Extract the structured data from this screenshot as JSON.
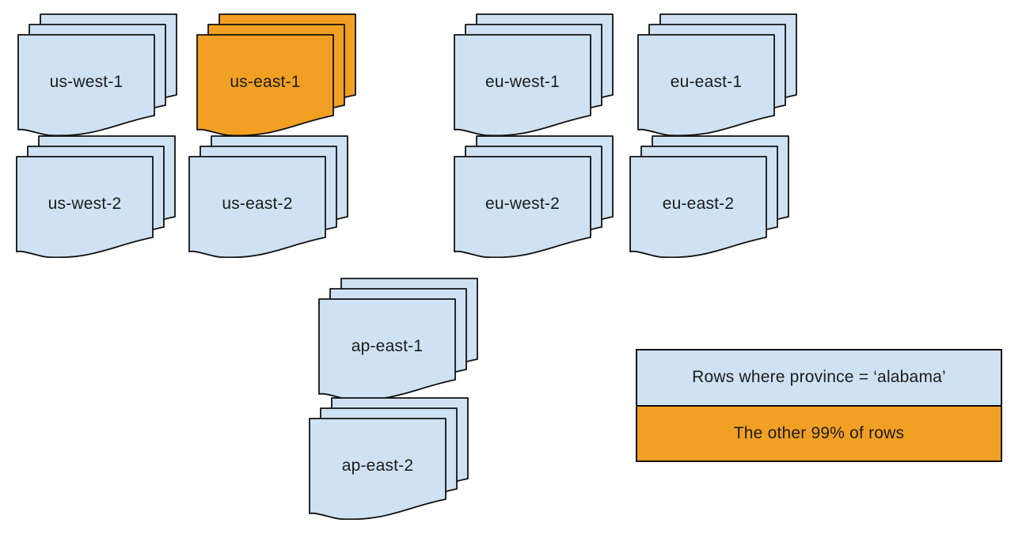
{
  "diagram": {
    "description_colors": {
      "light_blue": "#cfe2f3",
      "orange": "#f2a024",
      "stroke": "#111111",
      "text": "#1c1c1c",
      "background": "#ffffff"
    },
    "stacks": [
      {
        "id": "us-west-1",
        "label": "us-west-1",
        "color": "light_blue"
      },
      {
        "id": "us-east-1",
        "label": "us-east-1",
        "color": "orange"
      },
      {
        "id": "eu-west-1",
        "label": "eu-west-1",
        "color": "light_blue"
      },
      {
        "id": "eu-east-1",
        "label": "eu-east-1",
        "color": "light_blue"
      },
      {
        "id": "us-west-2",
        "label": "us-west-2",
        "color": "light_blue"
      },
      {
        "id": "us-east-2",
        "label": "us-east-2",
        "color": "light_blue"
      },
      {
        "id": "eu-west-2",
        "label": "eu-west-2",
        "color": "light_blue"
      },
      {
        "id": "eu-east-2",
        "label": "eu-east-2",
        "color": "light_blue"
      },
      {
        "id": "ap-east-1",
        "label": "ap-east-1",
        "color": "light_blue"
      },
      {
        "id": "ap-east-2",
        "label": "ap-east-2",
        "color": "light_blue"
      }
    ],
    "legend": {
      "rows": [
        {
          "label": "Rows where province = ‘alabama’",
          "color": "light_blue"
        },
        {
          "label": "The other 99% of rows",
          "color": "orange"
        }
      ]
    }
  }
}
